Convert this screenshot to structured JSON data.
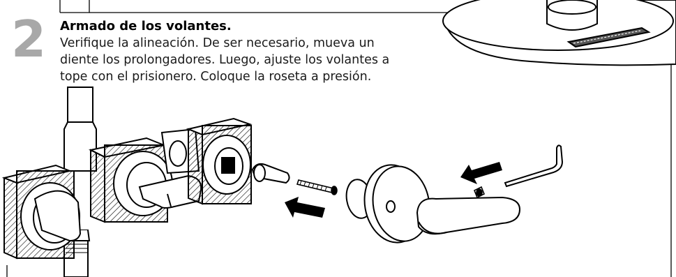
{
  "step": {
    "number": "2",
    "title": "Armado de los volantes.",
    "lines": [
      "Verifique la alineación. De ser necesario, mueva un",
      "diente los prolongadores. Luego, ajuste los volantes a",
      "tope con el prisionero. Coloque la roseta a presión."
    ]
  },
  "colors": {
    "step_number": "#a8a8a8",
    "line": "#000000",
    "arrow": "#000000"
  }
}
